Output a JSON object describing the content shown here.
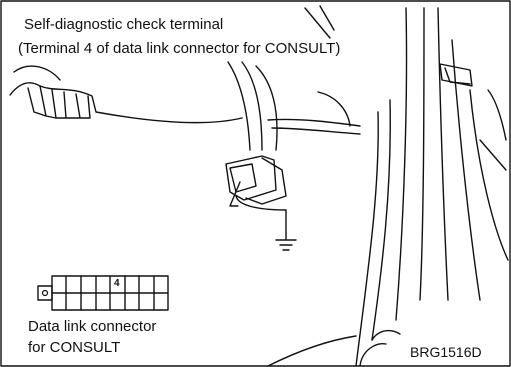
{
  "labels": {
    "terminal_line1": "Self-diagnostic check terminal",
    "terminal_line2": "(Terminal 4 of data link connector for CONSULT)",
    "connector_line1": "Data link connector",
    "connector_line2": "for CONSULT",
    "pin_number": "4",
    "figure_code": "BRG1516D"
  },
  "colors": {
    "ink": "#111111",
    "paper": "#ffffff"
  }
}
